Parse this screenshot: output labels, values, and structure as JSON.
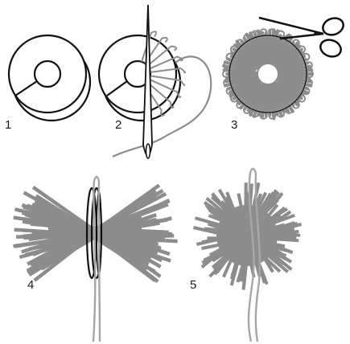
{
  "steps": [
    {
      "label": "1"
    },
    {
      "label": "2"
    },
    {
      "label": "3"
    },
    {
      "label": "4"
    },
    {
      "label": "5"
    }
  ],
  "colors": {
    "outline": "#111111",
    "yarn": "#8c8c8c",
    "yarn_light": "#a6a6a6",
    "background": "#ffffff"
  },
  "icons": [
    "cardboard-ring-icon",
    "needle-icon",
    "scissors-icon",
    "yarn-tuft-icon",
    "pompom-icon"
  ]
}
